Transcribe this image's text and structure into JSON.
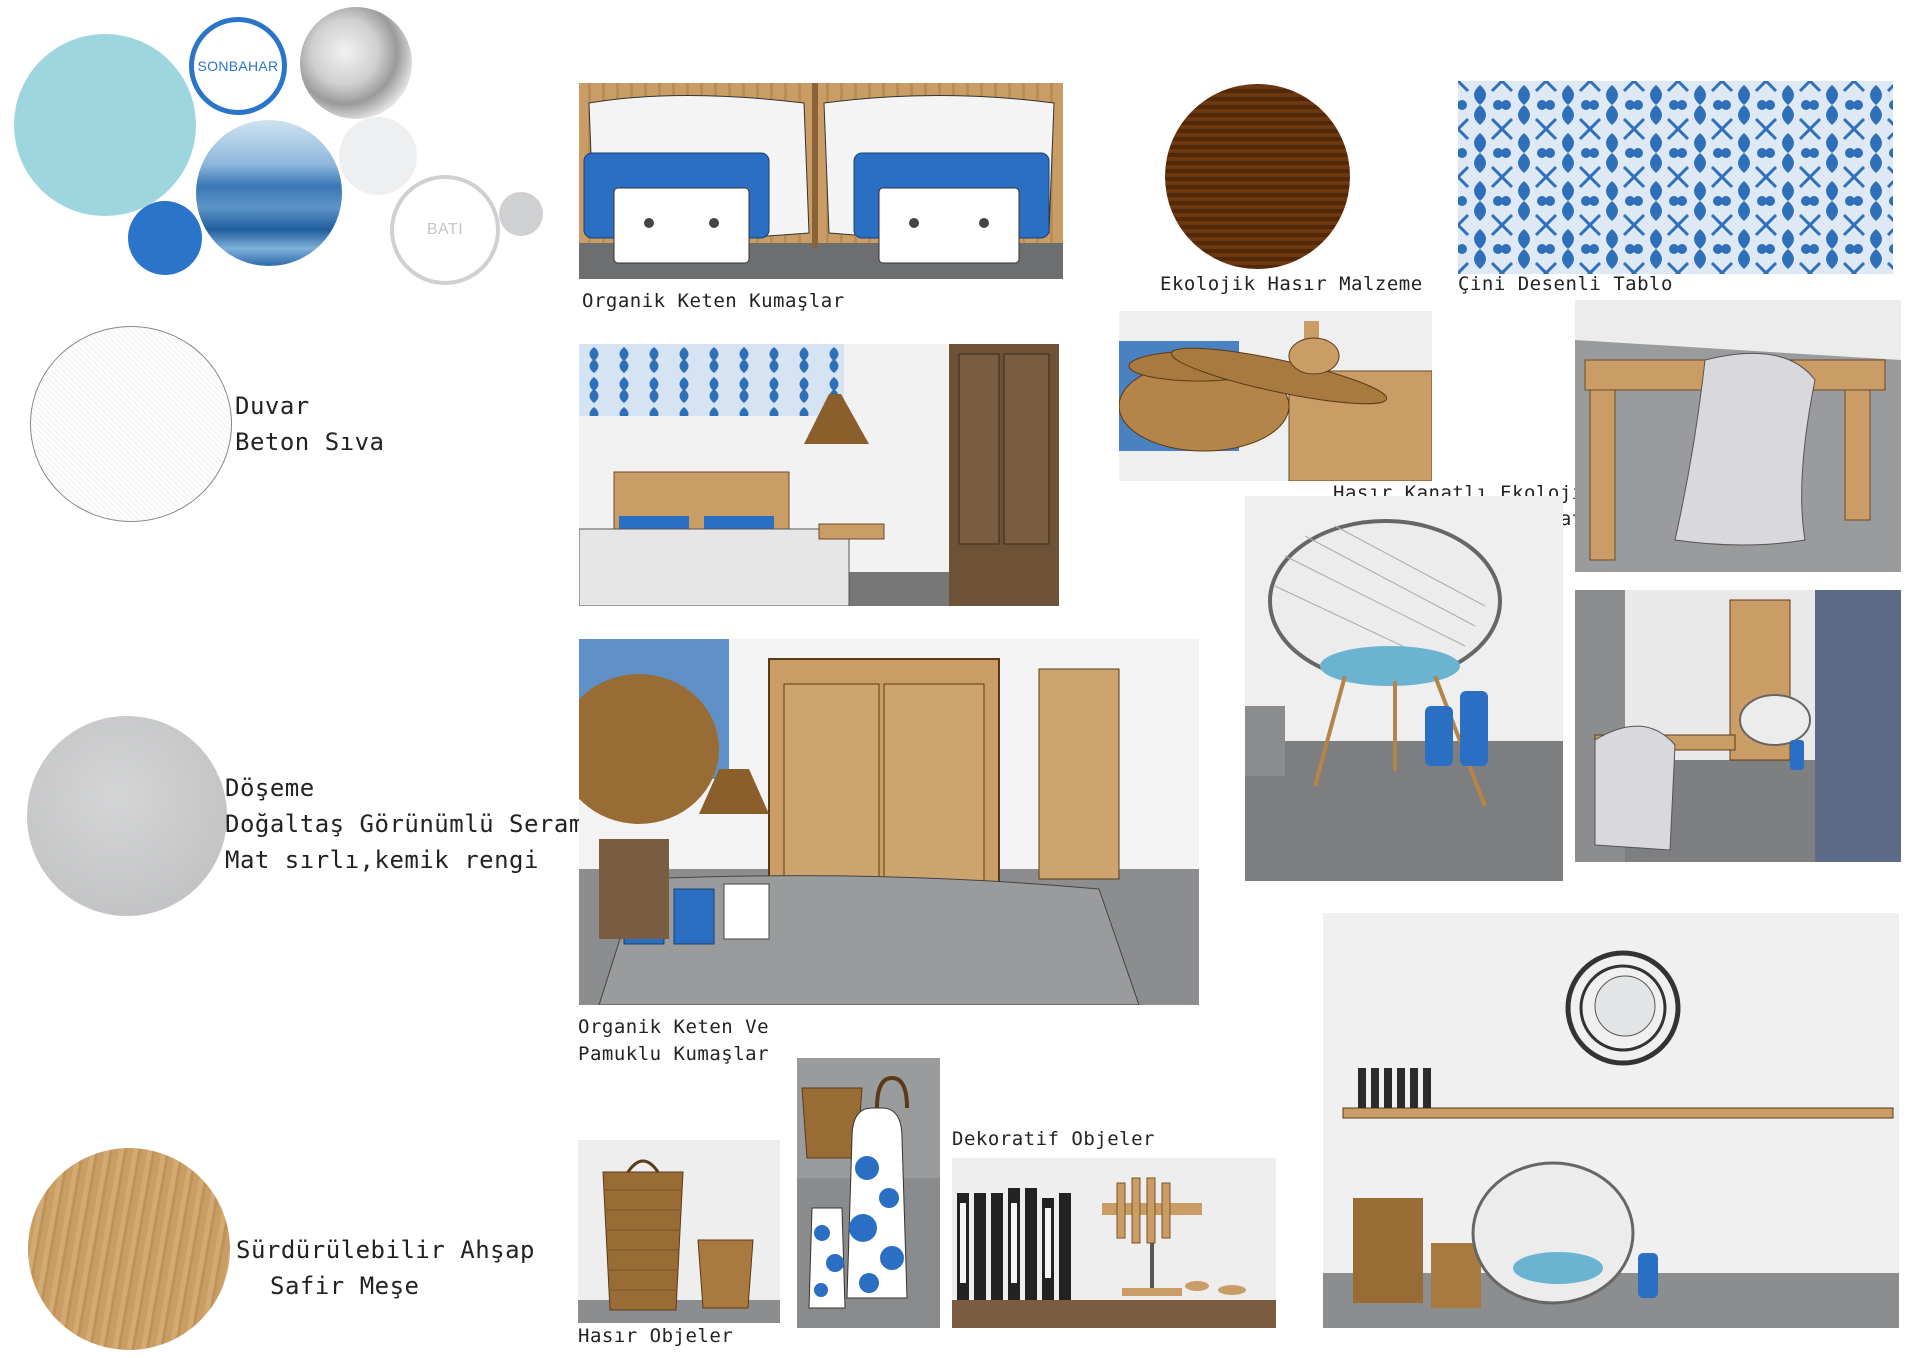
{
  "moodboard": {
    "season_label": "SONBAHAR",
    "direction_label": "BATI"
  },
  "materials": {
    "wall": {
      "title": "Duvar",
      "line1": "Beton Sıva"
    },
    "floor": {
      "title": "Döşeme",
      "line1": "Doğaltaş Görünümlü Seramik",
      "line2": "Mat sırlı,kemik rengi"
    },
    "wood": {
      "title": "Sürdürülebilir Ahşap",
      "line1": "Safir Meşe"
    }
  },
  "captions": {
    "linen": "Organik Keten Kumaşlar",
    "rattan": "Ekolojik Hasır Malzeme",
    "tile_painting": "Çini Desenli Tablo",
    "fan_line1": "Hasır Kanatlı Ekolojik",
    "fan_line2": "Aydınlatmalı Vantilatör",
    "cotton_line1": "Organik Keten Ve",
    "cotton_line2": "Pamuklu Kumaşlar",
    "decor": "Dekoratif Objeler",
    "baskets": "Hasır Objeler"
  },
  "colors": {
    "accent_blue": "#2a74c9",
    "aqua": "#9ed6e0",
    "oak": "#c9a06a",
    "grey": "#cfd0d2"
  }
}
